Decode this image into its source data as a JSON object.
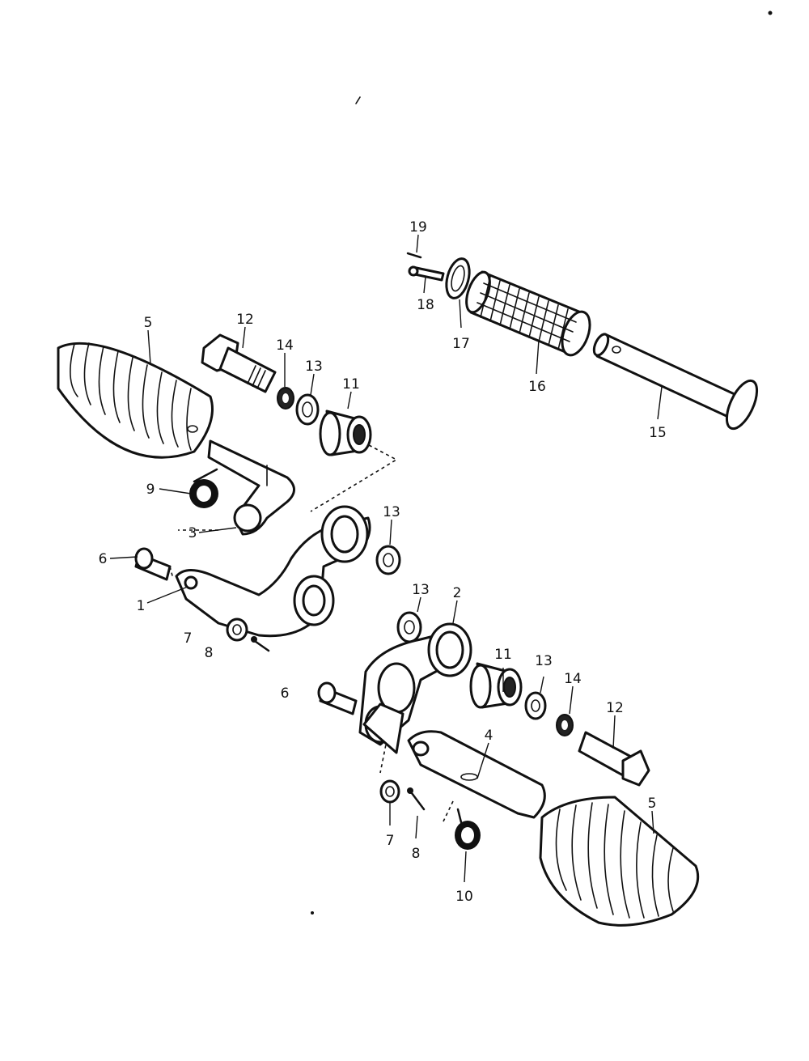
{
  "labels": [
    {
      "id": "p19",
      "text": "19"
    },
    {
      "id": "p18",
      "text": "18"
    },
    {
      "id": "p17",
      "text": "17"
    },
    {
      "id": "p16",
      "text": "16"
    },
    {
      "id": "p15",
      "text": "15"
    },
    {
      "id": "p5a",
      "text": "5"
    },
    {
      "id": "p12a",
      "text": "12"
    },
    {
      "id": "p14a",
      "text": "14"
    },
    {
      "id": "p13a",
      "text": "13"
    },
    {
      "id": "p11a",
      "text": "11"
    },
    {
      "id": "p9",
      "text": "9"
    },
    {
      "id": "p3",
      "text": "3"
    },
    {
      "id": "p13b",
      "text": "13"
    },
    {
      "id": "p6a",
      "text": "6"
    },
    {
      "id": "p1",
      "text": "1"
    },
    {
      "id": "p7a",
      "text": "7"
    },
    {
      "id": "p8a",
      "text": "8"
    },
    {
      "id": "p13c",
      "text": "13"
    },
    {
      "id": "p2",
      "text": "2"
    },
    {
      "id": "p11b",
      "text": "11"
    },
    {
      "id": "p13d",
      "text": "13"
    },
    {
      "id": "p14b",
      "text": "14"
    },
    {
      "id": "p12b",
      "text": "12"
    },
    {
      "id": "p6b",
      "text": "6"
    },
    {
      "id": "p4",
      "text": "4"
    },
    {
      "id": "p5b",
      "text": "5"
    },
    {
      "id": "p7b",
      "text": "7"
    },
    {
      "id": "p8b",
      "text": "8"
    },
    {
      "id": "p10",
      "text": "10"
    }
  ]
}
